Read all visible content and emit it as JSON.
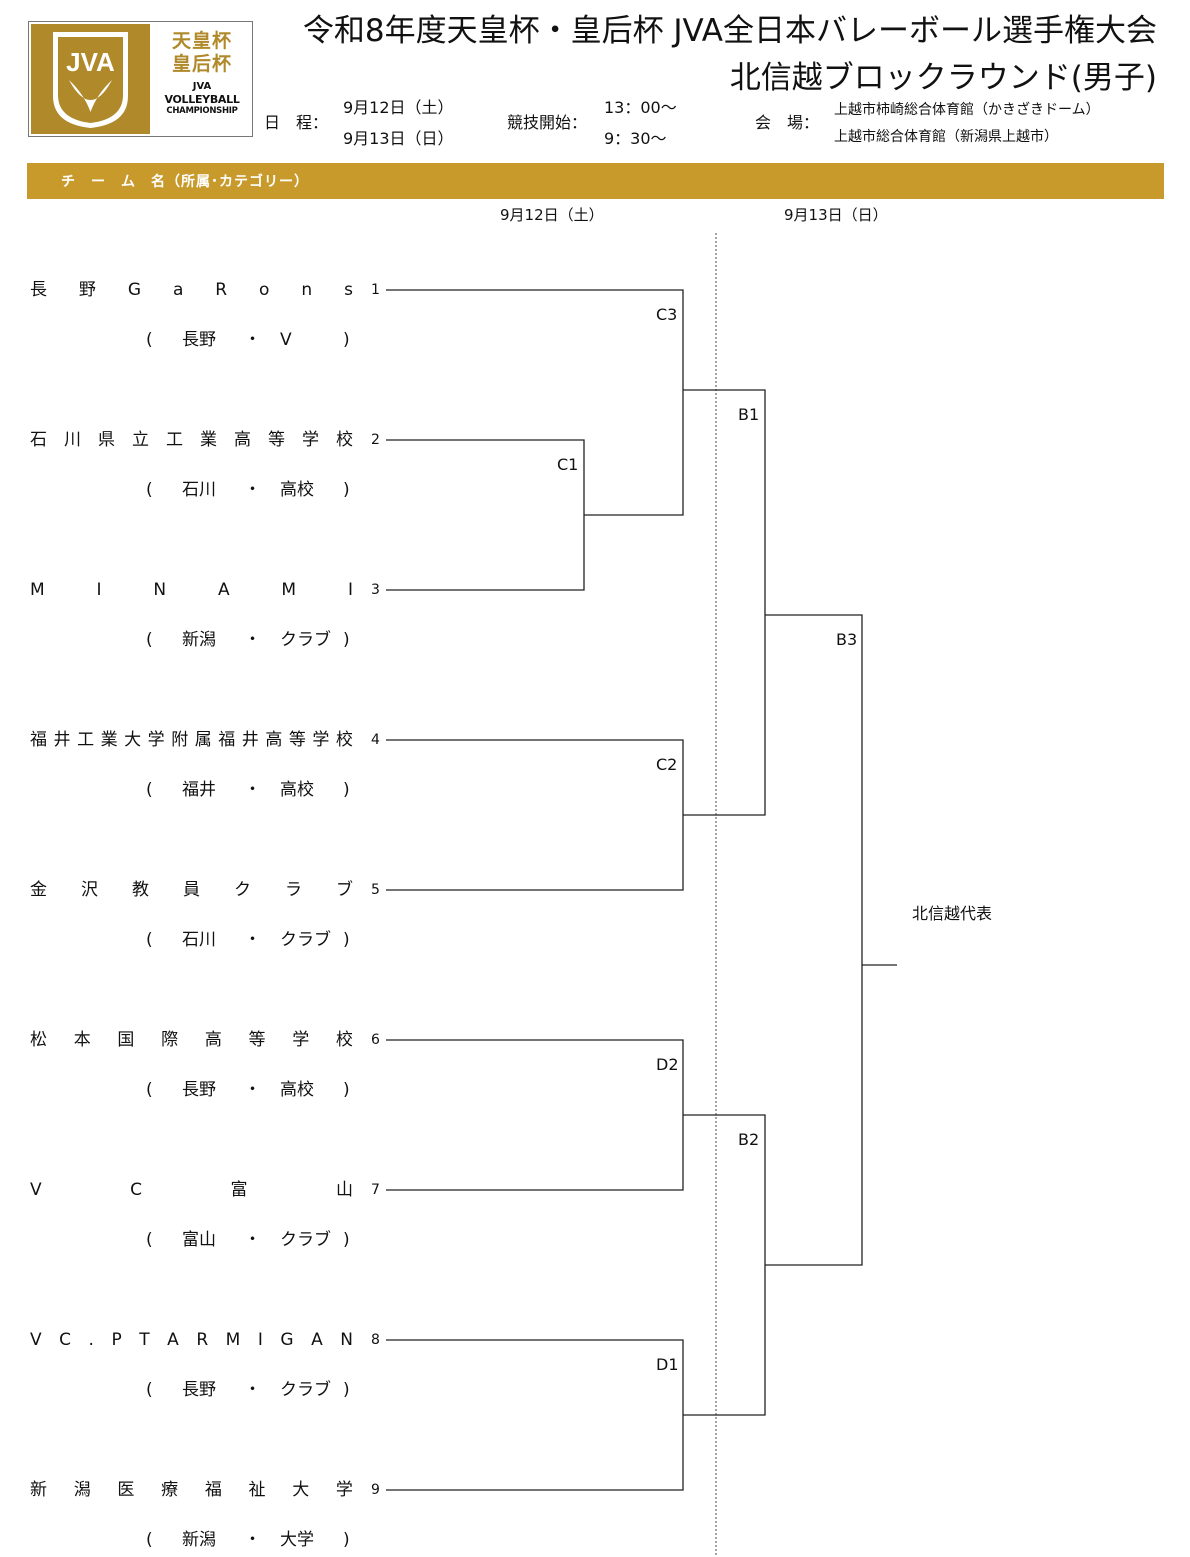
{
  "logo": {
    "mark_text": "JVA",
    "name_line1": "天皇杯",
    "name_line2": "皇后杯",
    "sub_line1": "JVA",
    "sub_line2": "VOLLEYBALL",
    "sub_line3": "CHAMPIONSHIP",
    "brand_color": "#b08a2a"
  },
  "header": {
    "title_line1": "令和8年度天皇杯・皇后杯 JVA全日本バレーボール選手権大会",
    "title_line2": "北信越ブロックラウンド(男子)",
    "schedule_label": "日　程：",
    "schedule_day1": "9月12日（土）",
    "schedule_day2": "9月13日（日）",
    "start_label": "競技開始：",
    "start_day1": "13：00〜",
    "start_day2": "9：30〜",
    "venue_label": "会　場：",
    "venue_day1": "上越市柿崎総合体育館（かきざきドーム）",
    "venue_day2": "上越市総合体育館（新潟県上越市）"
  },
  "band": {
    "label": "チ　ー　ム　名（所属･カテゴリー）",
    "color": "#c8992b"
  },
  "dates": {
    "day1": "9月12日（土）",
    "day2": "9月13日（日）"
  },
  "teams": [
    {
      "num": "1",
      "chars": [
        "長",
        "野",
        "G",
        "a",
        "R",
        "o",
        "n",
        "s"
      ],
      "pref": "長野",
      "cat": "V"
    },
    {
      "num": "2",
      "chars": [
        "石",
        "川",
        "県",
        "立",
        "工",
        "業",
        "高",
        "等",
        "学",
        "校"
      ],
      "pref": "石川",
      "cat": "高校"
    },
    {
      "num": "3",
      "chars": [
        "M",
        "I",
        "N",
        "A",
        "M",
        "I"
      ],
      "pref": "新潟",
      "cat": "クラブ"
    },
    {
      "num": "4",
      "chars": [
        "福",
        "井",
        "工",
        "業",
        "大",
        "学",
        "附",
        "属",
        "福",
        "井",
        "高",
        "等",
        "学",
        "校"
      ],
      "pref": "福井",
      "cat": "高校"
    },
    {
      "num": "5",
      "chars": [
        "金",
        "沢",
        "教",
        "員",
        "ク",
        "ラ",
        "ブ"
      ],
      "pref": "石川",
      "cat": "クラブ"
    },
    {
      "num": "6",
      "chars": [
        "松",
        "本",
        "国",
        "際",
        "高",
        "等",
        "学",
        "校"
      ],
      "pref": "長野",
      "cat": "高校"
    },
    {
      "num": "7",
      "chars": [
        "V",
        "C",
        "富",
        "山"
      ],
      "pref": "富山",
      "cat": "クラブ"
    },
    {
      "num": "8",
      "chars": [
        "V",
        "C",
        ".",
        "P",
        "T",
        "A",
        "R",
        "M",
        "I",
        "G",
        "A",
        "N"
      ],
      "pref": "長野",
      "cat": "クラブ"
    },
    {
      "num": "9",
      "chars": [
        "新",
        "潟",
        "医",
        "療",
        "福",
        "祉",
        "大",
        "学"
      ],
      "pref": "新潟",
      "cat": "大学"
    }
  ],
  "paren_open": "(",
  "paren_close": ")",
  "dot": "・",
  "matches": {
    "C3": "C3",
    "C1": "C1",
    "C2": "C2",
    "D2": "D2",
    "D1": "D1",
    "B1": "B1",
    "B2": "B2",
    "B3": "B3"
  },
  "winner_label": "北信越代表"
}
